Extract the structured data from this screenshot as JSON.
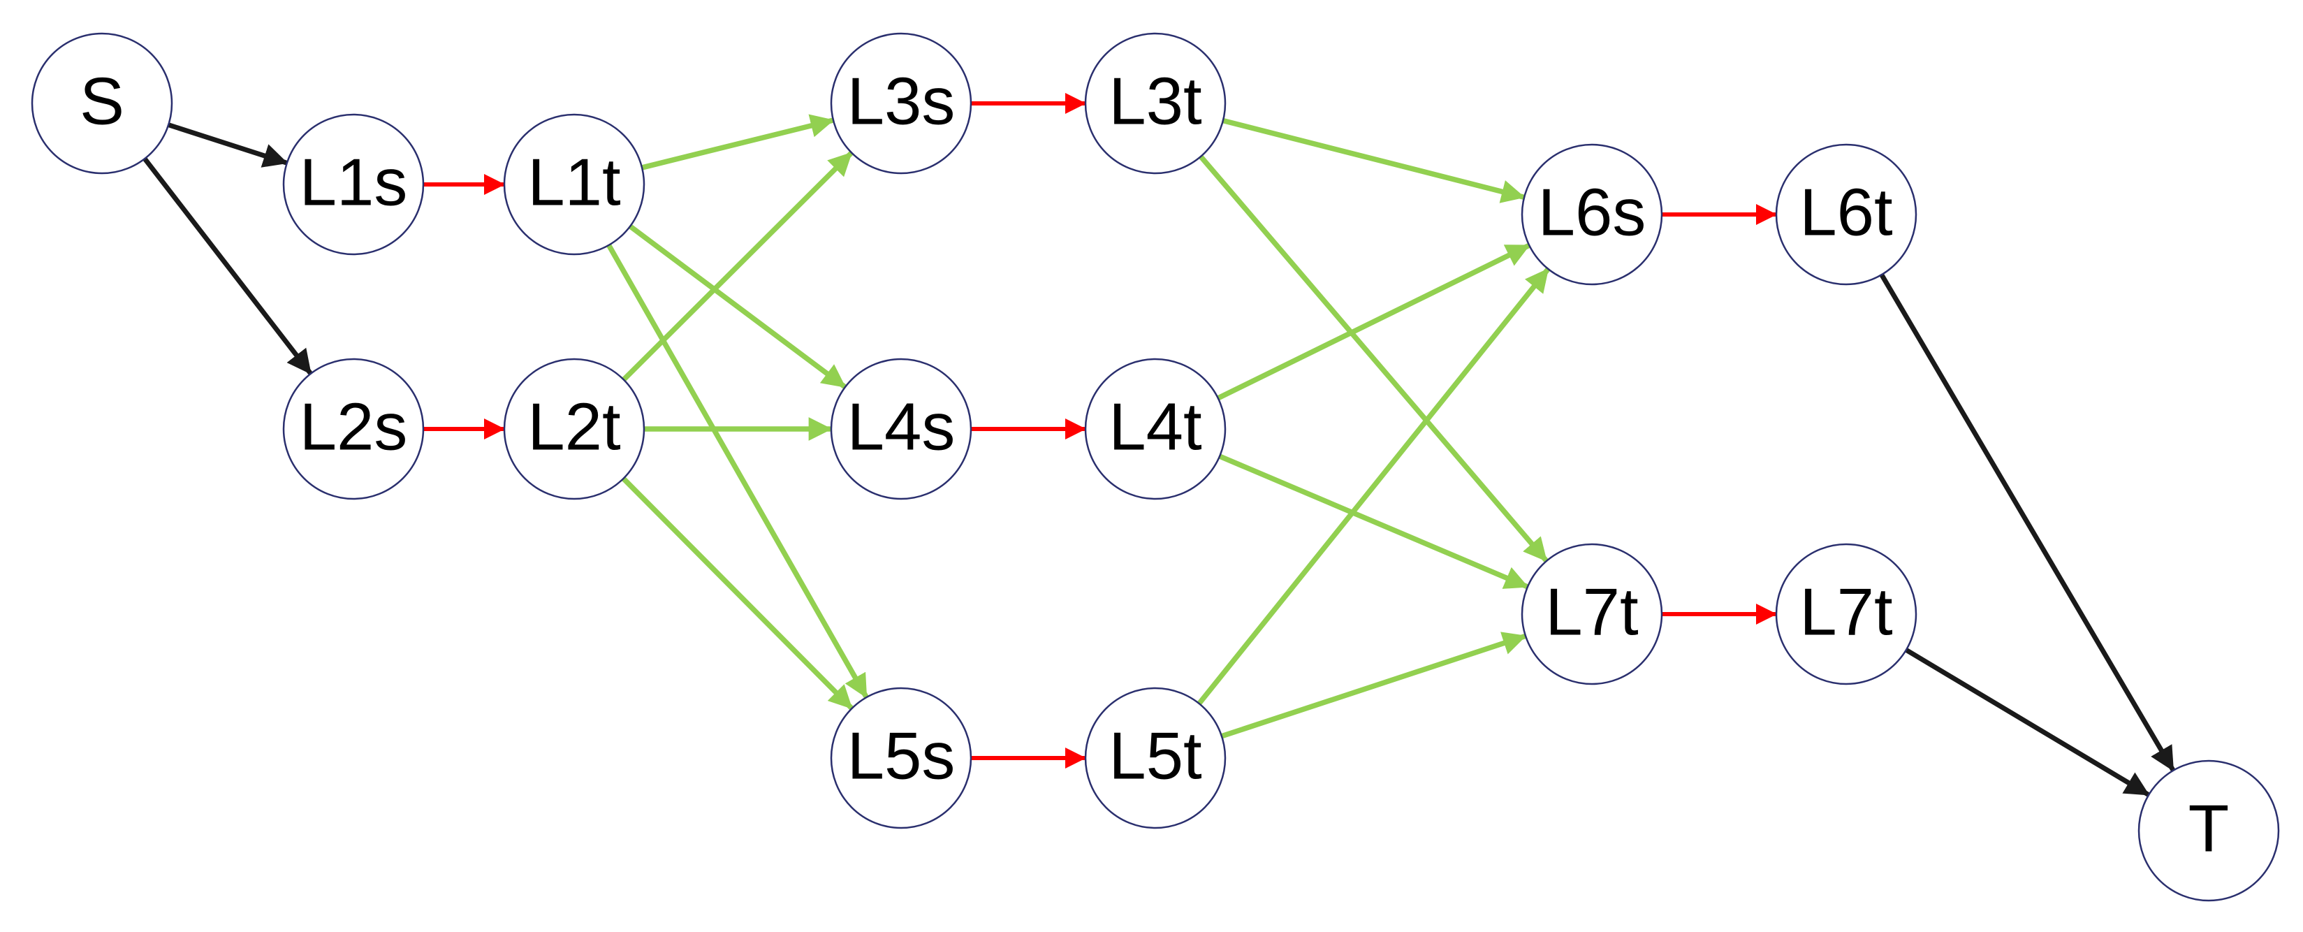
{
  "nodes": {
    "S": {
      "label": "S"
    },
    "L1s": {
      "label": "L1s"
    },
    "L1t": {
      "label": "L1t"
    },
    "L2s": {
      "label": "L2s"
    },
    "L2t": {
      "label": "L2t"
    },
    "L3s": {
      "label": "L3s"
    },
    "L3t": {
      "label": "L3t"
    },
    "L4s": {
      "label": "L4s"
    },
    "L4t": {
      "label": "L4t"
    },
    "L5s": {
      "label": "L5s"
    },
    "L5t": {
      "label": "L5t"
    },
    "L6s": {
      "label": "L6s"
    },
    "L6t": {
      "label": "L6t"
    },
    "L7a": {
      "label": "L7t"
    },
    "L7b": {
      "label": "L7t"
    },
    "T": {
      "label": "T"
    }
  },
  "edges": [
    {
      "from": "S",
      "to": "L1s",
      "kind": "black"
    },
    {
      "from": "S",
      "to": "L2s",
      "kind": "black"
    },
    {
      "from": "L1s",
      "to": "L1t",
      "kind": "red"
    },
    {
      "from": "L2s",
      "to": "L2t",
      "kind": "red"
    },
    {
      "from": "L1t",
      "to": "L3s",
      "kind": "green"
    },
    {
      "from": "L1t",
      "to": "L4s",
      "kind": "green"
    },
    {
      "from": "L1t",
      "to": "L5s",
      "kind": "green"
    },
    {
      "from": "L2t",
      "to": "L3s",
      "kind": "green"
    },
    {
      "from": "L2t",
      "to": "L4s",
      "kind": "green"
    },
    {
      "from": "L2t",
      "to": "L5s",
      "kind": "green"
    },
    {
      "from": "L3s",
      "to": "L3t",
      "kind": "red"
    },
    {
      "from": "L4s",
      "to": "L4t",
      "kind": "red"
    },
    {
      "from": "L5s",
      "to": "L5t",
      "kind": "red"
    },
    {
      "from": "L3t",
      "to": "L6s",
      "kind": "green"
    },
    {
      "from": "L3t",
      "to": "L7a",
      "kind": "green"
    },
    {
      "from": "L4t",
      "to": "L6s",
      "kind": "green"
    },
    {
      "from": "L4t",
      "to": "L7a",
      "kind": "green"
    },
    {
      "from": "L5t",
      "to": "L6s",
      "kind": "green"
    },
    {
      "from": "L5t",
      "to": "L7a",
      "kind": "green"
    },
    {
      "from": "L6s",
      "to": "L6t",
      "kind": "red"
    },
    {
      "from": "L7a",
      "to": "L7b",
      "kind": "red"
    },
    {
      "from": "L6t",
      "to": "T",
      "kind": "black"
    },
    {
      "from": "L7b",
      "to": "T",
      "kind": "black"
    }
  ],
  "colors": {
    "black": "#1a1a1a",
    "red": "#ff0000",
    "green": "#92d050",
    "node_stroke": "#2a2f6e"
  }
}
